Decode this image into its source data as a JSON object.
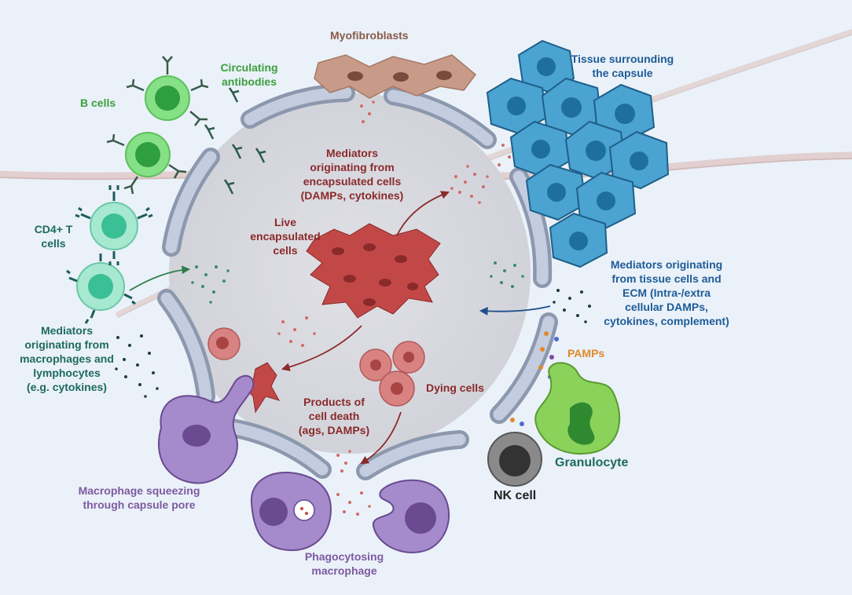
{
  "labels": {
    "myofibroblasts": "Myofibroblasts",
    "tissue_surrounding": [
      "Tissue surrounding",
      "the capsule"
    ],
    "circulating_antibodies": [
      "Circulating",
      "antibodies"
    ],
    "b_cells": "B cells",
    "cd4_t_cells": [
      "CD4+ T",
      "cells"
    ],
    "mediators_encapsulated": [
      "Mediators",
      "originating from",
      "encapsulated cells",
      "(DAMPs, cytokines)"
    ],
    "live_encapsulated": [
      "Live",
      "encapsulated",
      "cells"
    ],
    "mediators_tissue": [
      "Mediators originating",
      "from tissue cells and",
      "ECM (Intra-/extra",
      "cellular DAMPs,",
      "cytokines, complement)"
    ],
    "mediators_macrophages": [
      "Mediators",
      "originating from",
      "macrophages and",
      "lymphocytes",
      "(e.g. cytokines)"
    ],
    "pamps": "PAMPs",
    "dying_cells": "Dying cells",
    "products_cell_death": [
      "Products of",
      "cell death",
      "(ags, DAMPs)"
    ],
    "granulocyte": "Granulocyte",
    "nk_cell": "NK cell",
    "macrophage_squeezing": [
      "Macrophage squeezing",
      "through capsule pore"
    ],
    "phagocytosing_macrophage": [
      "Phagocytosing",
      "macrophage"
    ]
  },
  "colors": {
    "green": "#3c9f3c",
    "teal": "#1e6a5e",
    "red": "#8a2a2a",
    "blue": "#1e5c96",
    "purple": "#7d5aa0",
    "brown": "#8a5a4a",
    "orange": "#e08a2a"
  }
}
